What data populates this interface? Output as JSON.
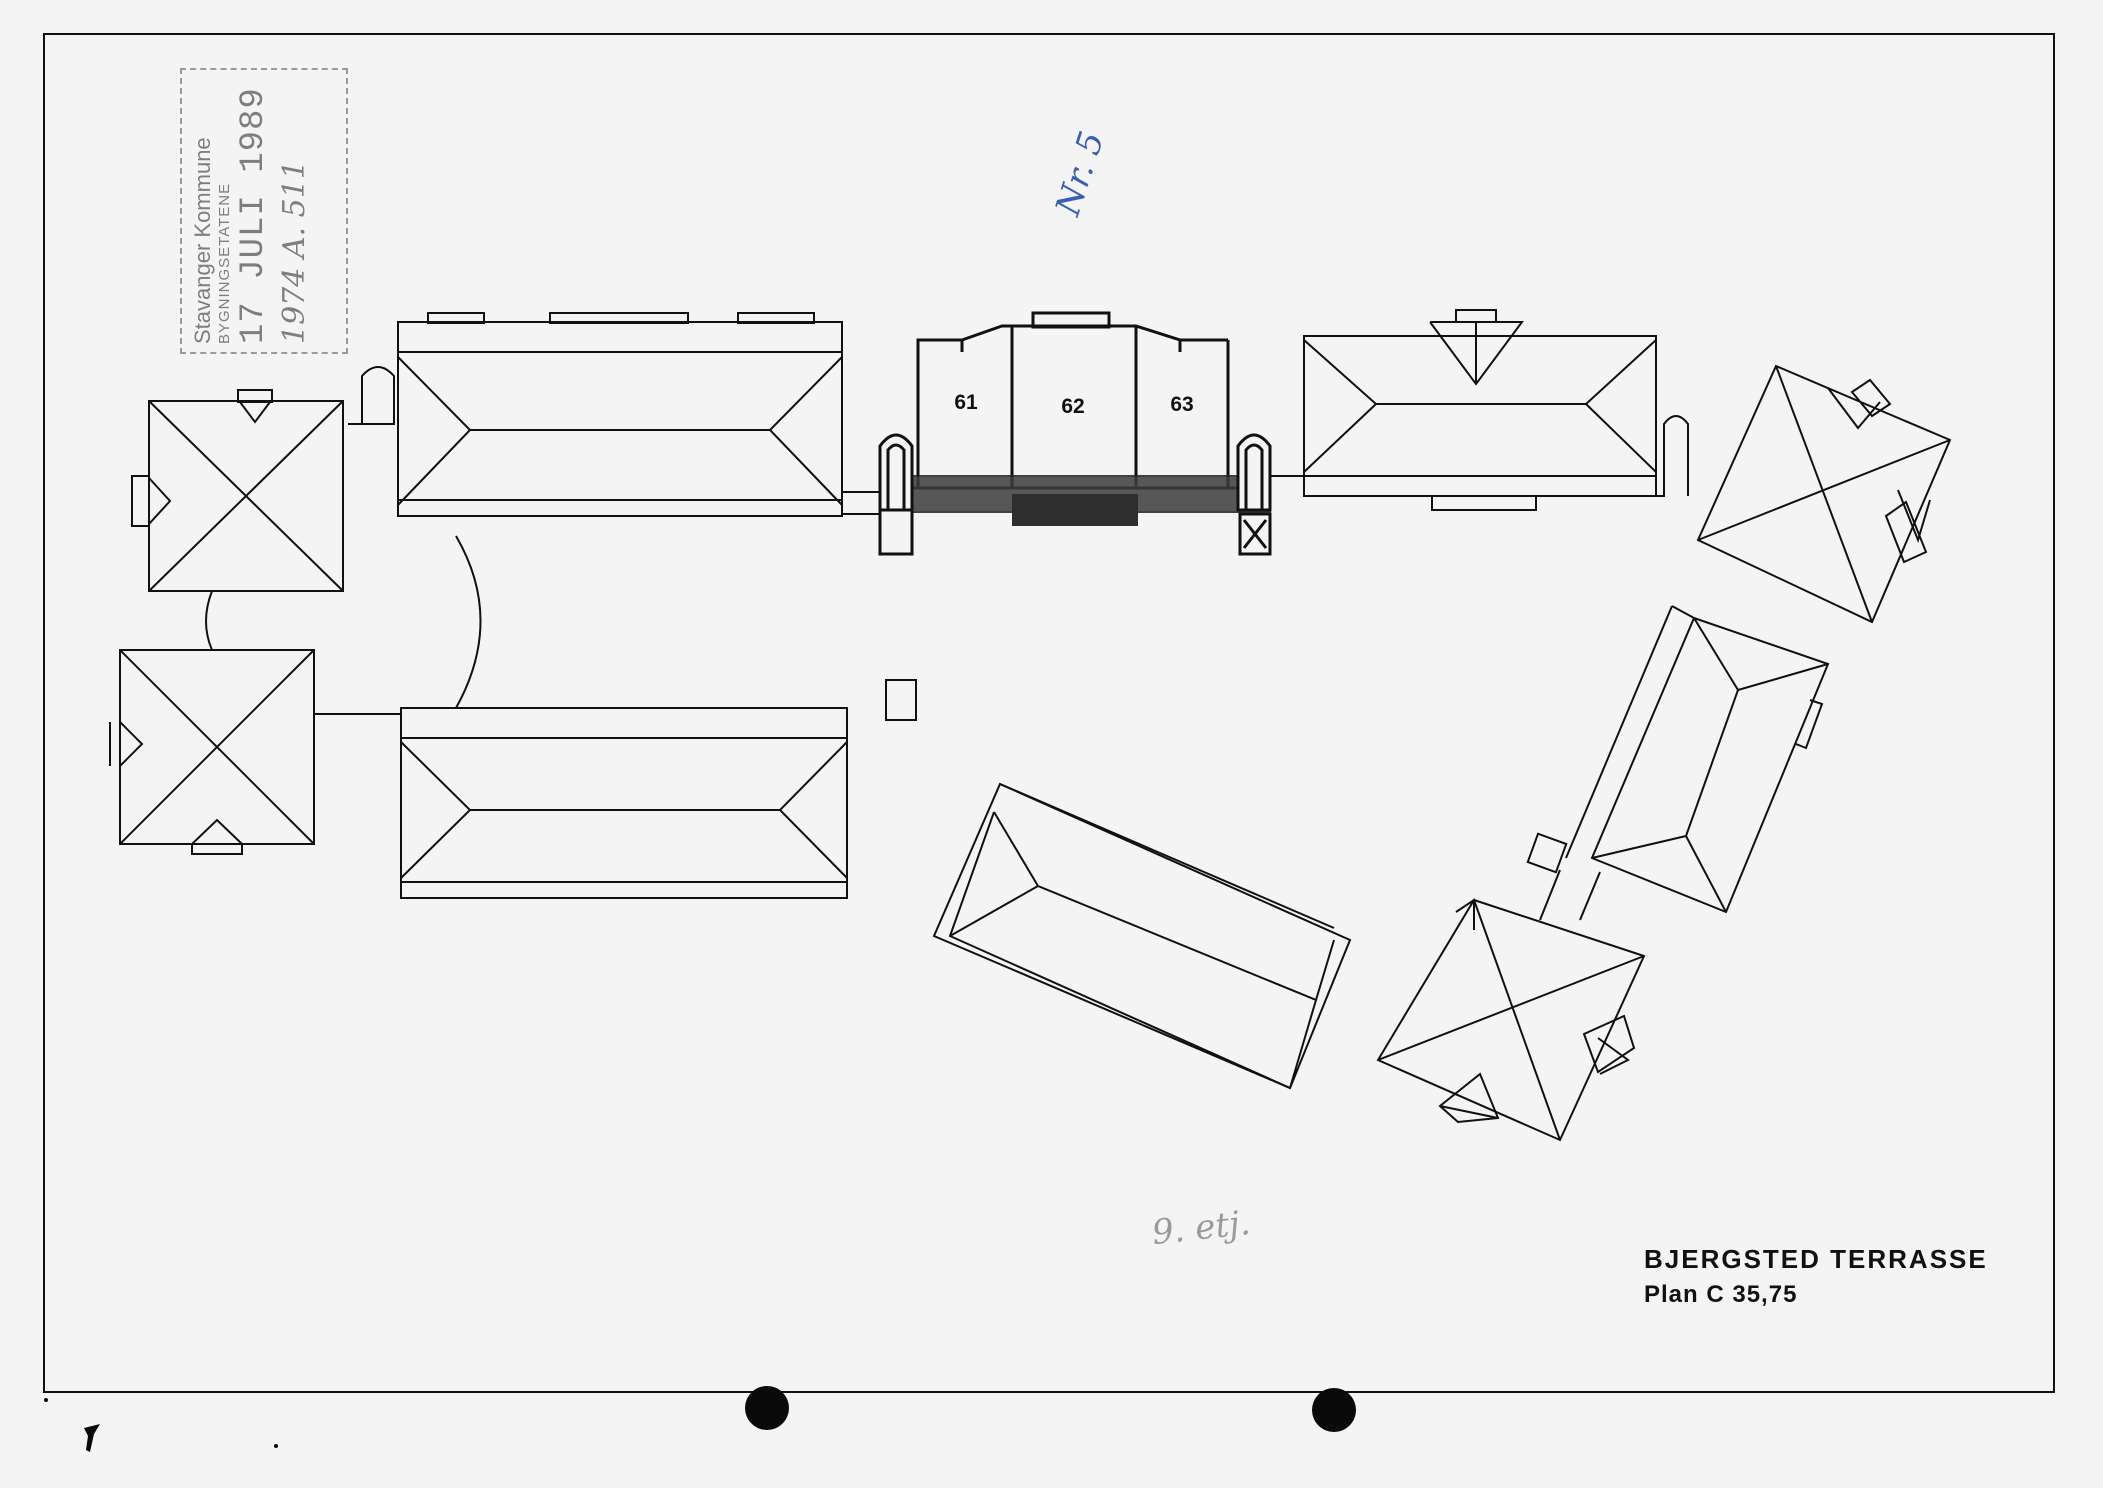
{
  "stamp": {
    "municipality": "Stavanger Kommune",
    "department": "BYGNINGSETATENE",
    "date": "17 JULI 1989",
    "reference": "1974 A. 511"
  },
  "handwritten": {
    "building_number": "Nr. 5",
    "floor": "9. etj."
  },
  "units": [
    "61",
    "62",
    "63"
  ],
  "title": {
    "name": "BJERGSTED TERRASSE",
    "plan": "Plan C 35,75"
  },
  "colors": {
    "paper": "#f4f4f4",
    "ink": "#111111",
    "stamp": "#7e7e7e",
    "pen_blue": "#3a5fb0"
  }
}
